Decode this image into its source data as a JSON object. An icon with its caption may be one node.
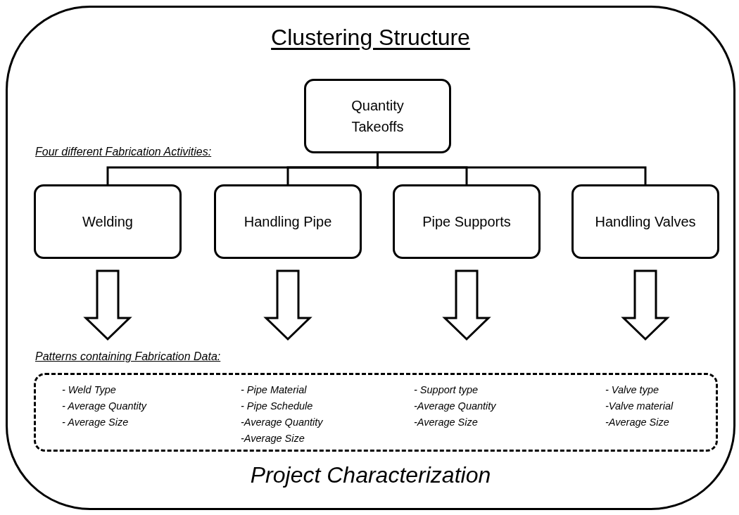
{
  "diagram": {
    "nodes": [
      {
        "text": [
          "Clustering Structure",
          "Project Characterization"
        ]
      },
      {
        "text": [
          "Quantity Takeoffs"
        ],
        "in": 0
      },
      {
        "text": [
          "Welding"
        ],
        "in": 0
      },
      {
        "text": [
          "Handling Pipe"
        ],
        "in": 0
      },
      {
        "text": [
          "Pipe Supports"
        ],
        "in": 0
      },
      {
        "text": [
          "Handling Valves"
        ],
        "in": 0
      },
      {
        "text": [
          "- Weld Type",
          "- Average Quantity",
          "- Average Size",
          "- Pipe Material",
          "- Pipe Schedule",
          "-Average Quantity",
          "-Average Size",
          "- Support type",
          "-Average Quantity",
          "-Average Size",
          "- Valve type",
          "-Valve material",
          "-Average Size"
        ],
        "in": 0
      }
    ],
    "edges": [
      {
        "from": 1,
        "to": 2,
        "arrow": "none"
      },
      {
        "from": 1,
        "to": 3,
        "arrow": "none"
      },
      {
        "from": 1,
        "to": 4,
        "arrow": "none"
      },
      {
        "from": 1,
        "to": 5,
        "arrow": "none"
      },
      {
        "from": 2,
        "to": null,
        "arrow": "to",
        "style": "thick"
      },
      {
        "from": 3,
        "to": null,
        "arrow": "to",
        "style": "thick"
      },
      {
        "from": 4,
        "to": null,
        "arrow": "to",
        "style": "thick"
      },
      {
        "from": 5,
        "to": null,
        "arrow": "to",
        "style": "thick"
      }
    ],
    "labels": [
      "Four different Fabrication Activities:",
      "Patterns containing Fabrication Data:"
    ]
  }
}
